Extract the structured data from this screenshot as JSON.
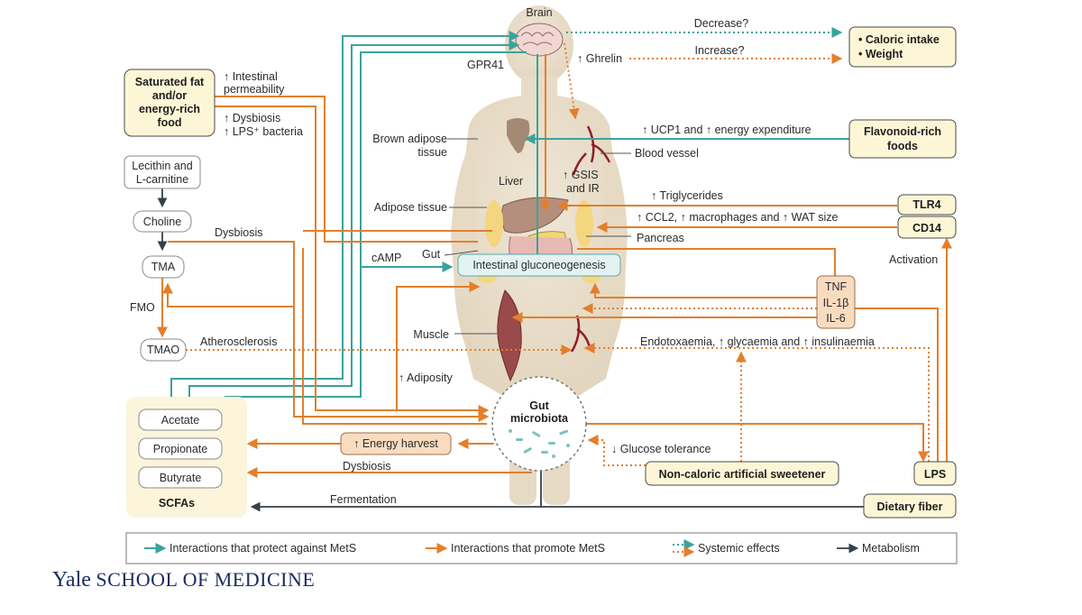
{
  "labels": {
    "brain": "Brain",
    "gpr41": "GPR41",
    "ghrelin": "↑ Ghrelin",
    "decrease": "Decrease?",
    "increase": "Increase?",
    "caloric_intake": "• Caloric intake",
    "weight": "• Weight",
    "sat_fat_1": "Saturated fat",
    "sat_fat_2": "and/or",
    "sat_fat_3": "energy-rich",
    "sat_fat_4": "food",
    "int_perm_1": "↑ Intestinal",
    "int_perm_2": "permeability",
    "dysbiosis_top": "↑ Dysbiosis",
    "lps_bacteria": "↑ LPS⁺ bacteria",
    "ucp1": "↑ UCP1 and ↑ energy expenditure",
    "flavonoid_1": "Flavonoid-rich",
    "flavonoid_2": "foods",
    "brown_adipose_1": "Brown adipose",
    "brown_adipose_2": "tissue",
    "blood_vessel": "Blood vessel",
    "lecithin_1": "Lecithin and",
    "lecithin_2": "L-carnitine",
    "liver": "Liver",
    "gsis_1": "↑ GSIS",
    "gsis_2": "and IR",
    "triglycerides": "↑ Triglycerides",
    "tlr4": "TLR4",
    "adipose_tissue": "Adipose tissue",
    "ccl2": "↑ CCL2, ↑ macrophages and ↑ WAT size",
    "cd14": "CD14",
    "choline": "Choline",
    "dysbiosis_mid": "Dysbiosis",
    "pancreas": "Pancreas",
    "gut": "Gut",
    "camp": "cAMP",
    "intestinal_gluco": "Intestinal gluconeogenesis",
    "activation": "Activation",
    "tma": "TMA",
    "fmo": "FMO",
    "tnf": "TNF",
    "il1b": "IL-1β",
    "il6": "IL-6",
    "muscle": "Muscle",
    "tmao": "TMAO",
    "atherosclerosis": "Atherosclerosis",
    "endotoxaemia": "Endotoxaemia, ↑ glycaemia and ↑ insulinaemia",
    "adiposity": "↑ Adiposity",
    "gut_microbiota_1": "Gut",
    "gut_microbiota_2": "microbiota",
    "acetate": "Acetate",
    "propionate": "Propionate",
    "energy_harvest": "↑ Energy harvest",
    "glucose_tolerance": "↓ Glucose tolerance",
    "dysbiosis_low": "Dysbiosis",
    "butyrate": "Butyrate",
    "sweetener": "Non-caloric artificial sweetener",
    "lps": "LPS",
    "scfas": "SCFAs",
    "fermentation": "Fermentation",
    "dietary_fiber": "Dietary fiber"
  },
  "legend": [
    {
      "label": "Interactions that protect against MetS",
      "color": "#3aa39b"
    },
    {
      "label": "Interactions that promote MetS",
      "color": "#e37f2c"
    },
    {
      "label": "Systemic effects",
      "color": "#e37f2c"
    },
    {
      "label": "Metabolism",
      "color": "#36404a"
    }
  ],
  "footer": {
    "yale": "Yale",
    "school": "SCHOOL OF MEDICINE"
  },
  "colors": {
    "promote": "#e37f2c",
    "protect": "#3aa39b",
    "metabolism": "#36404a",
    "node_fill": "#fdf6d6",
    "cytokine_fill": "#f9dcc0"
  }
}
